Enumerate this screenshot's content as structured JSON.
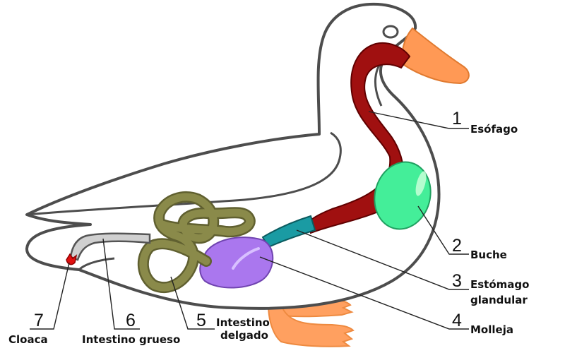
{
  "labels": [
    {
      "number": "1",
      "text": [
        "Esófago"
      ]
    },
    {
      "number": "2",
      "text": [
        "Buche"
      ]
    },
    {
      "number": "3",
      "text": [
        "Estómago",
        "glandular"
      ]
    },
    {
      "number": "4",
      "text": [
        "Molleja"
      ]
    },
    {
      "number": "5",
      "text": [
        "Intestino",
        "delgado"
      ]
    },
    {
      "number": "6",
      "text": [
        "Intestino grueso"
      ]
    },
    {
      "number": "7",
      "text": [
        "Cloaca"
      ]
    }
  ],
  "colors": {
    "outline": "#4d4d4d",
    "beak": "#ff9955",
    "feet": "#ffa060",
    "esophagus": "#a01010",
    "crop": "#44ee99",
    "glandular_stomach": "#1a9ba3",
    "gizzard": "#aa77ee",
    "small_intestine": "#8a8a4a",
    "large_intestine": "#d0d0d0",
    "cloaca": "#e01010"
  }
}
